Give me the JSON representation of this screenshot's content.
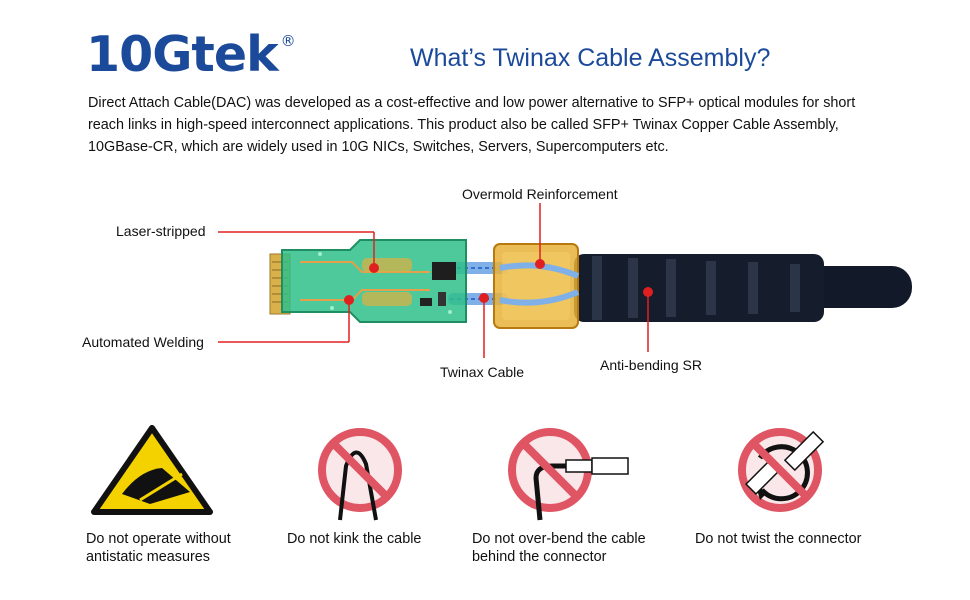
{
  "brand": {
    "name": "10Gtek",
    "mark": "®"
  },
  "headline": "What’s Twinax Cable Assembly?",
  "intro": "Direct Attach Cable(DAC) was developed as a cost-effective and low power alternative to SFP+ optical modules for short reach links in high-speed interconnect applications. This product also be called SFP+ Twinax Copper Cable Assembly, 10GBase-CR, which are widely used in 10G NICs, Switches, Servers, Supercomputers etc.",
  "callouts": {
    "overmold": "Overmold Reinforcement",
    "laser": "Laser-stripped",
    "welding": "Automated Welding",
    "twinax": "Twinax Cable",
    "antibend": "Anti-bending SR"
  },
  "warnings": [
    {
      "line1": "Do not operate without",
      "line2": "antistatic measures",
      "icon": "antistatic-warning-icon"
    },
    {
      "line1": "Do not kink the cable",
      "line2": "",
      "icon": "no-kink-icon"
    },
    {
      "line1": "Do not over-bend the cable",
      "line2": "behind the connector",
      "icon": "no-overbend-icon"
    },
    {
      "line1": "Do not twist the connector",
      "line2": "",
      "icon": "no-twist-icon"
    }
  ],
  "colors": {
    "brand": "#1b4a9a",
    "pointer": "#e02020",
    "prohibit": "#e05563",
    "pcb": "#2fc08a",
    "overmold": "#e8b23a",
    "warning": "#f3d200"
  }
}
